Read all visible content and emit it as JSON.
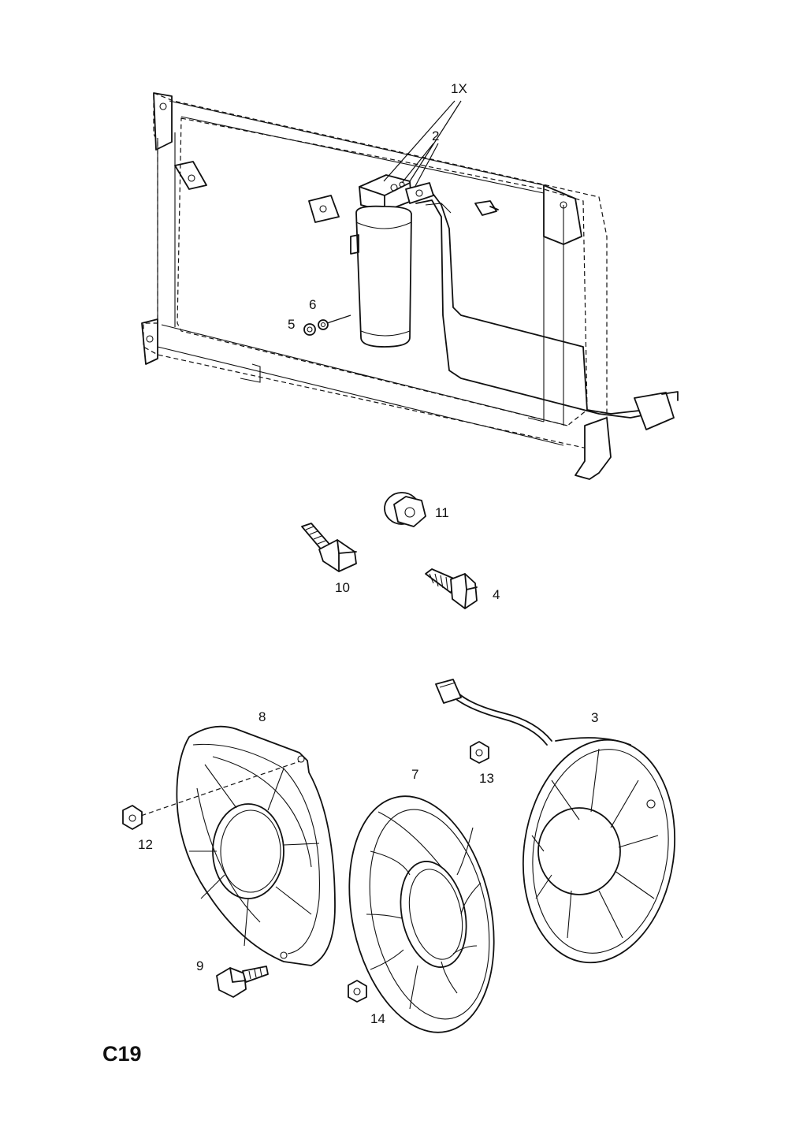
{
  "diagram": {
    "page_code": "C19",
    "callouts": {
      "c1x": "1X",
      "c2": "2",
      "c3": "3",
      "c4": "4",
      "c5": "5",
      "c6": "6",
      "c7": "7",
      "c8": "8",
      "c9": "9",
      "c10": "10",
      "c11": "11",
      "c12": "12",
      "c13": "13",
      "c14": "14"
    }
  }
}
